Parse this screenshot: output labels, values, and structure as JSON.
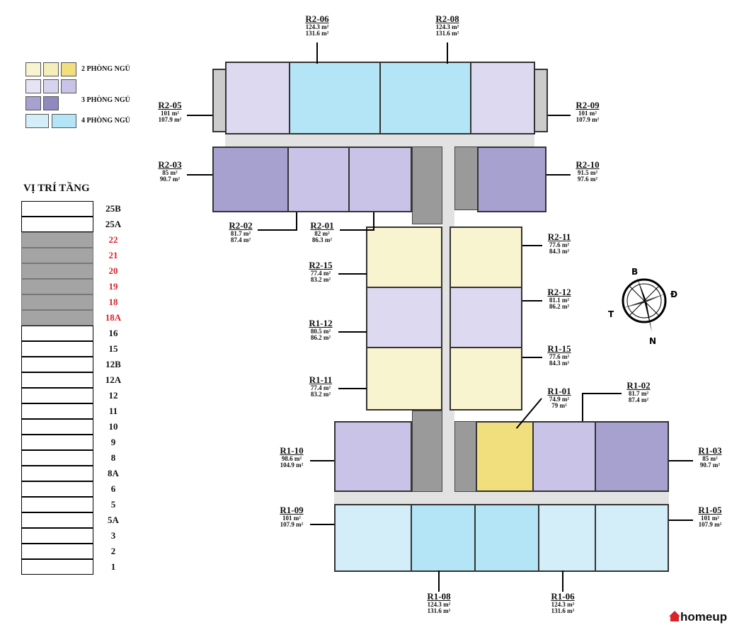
{
  "legend": {
    "items": [
      {
        "label": "2 PHÒNG NGỦ",
        "colors": [
          "#f8f4cf",
          "#f4eeb8",
          "#f0df7c"
        ]
      },
      {
        "label": "3 PHÒNG NGỦ",
        "colors": [
          "#e6e4f4",
          "#d6d3ef",
          "#c9c4e7",
          "#a7a1cf",
          "#8f89bd"
        ]
      },
      {
        "label": "4 PHÒNG NGỦ",
        "colors": [
          "#d3eef9",
          "#b3e5f6"
        ]
      }
    ]
  },
  "floor_panel": {
    "title": "VỊ TRÍ TẦNG",
    "floors": [
      {
        "label": "25B",
        "highlighted": false
      },
      {
        "label": "25A",
        "highlighted": false
      },
      {
        "label": "22",
        "highlighted": true
      },
      {
        "label": "21",
        "highlighted": true
      },
      {
        "label": "20",
        "highlighted": true
      },
      {
        "label": "19",
        "highlighted": true
      },
      {
        "label": "18",
        "highlighted": true
      },
      {
        "label": "18A",
        "highlighted": true
      },
      {
        "label": "16",
        "highlighted": false
      },
      {
        "label": "15",
        "highlighted": false
      },
      {
        "label": "12B",
        "highlighted": false
      },
      {
        "label": "12A",
        "highlighted": false
      },
      {
        "label": "12",
        "highlighted": false
      },
      {
        "label": "11",
        "highlighted": false
      },
      {
        "label": "10",
        "highlighted": false
      },
      {
        "label": "9",
        "highlighted": false
      },
      {
        "label": "8",
        "highlighted": false
      },
      {
        "label": "8A",
        "highlighted": false
      },
      {
        "label": "6",
        "highlighted": false
      },
      {
        "label": "5",
        "highlighted": false
      },
      {
        "label": "5A",
        "highlighted": false
      },
      {
        "label": "3",
        "highlighted": false
      },
      {
        "label": "2",
        "highlighted": false
      },
      {
        "label": "1",
        "highlighted": false
      }
    ],
    "highlight_color": "#d8232a"
  },
  "units": {
    "r2_06": {
      "code": "R2-06",
      "a1": "124.3 m²",
      "a2": "131.6 m²"
    },
    "r2_08": {
      "code": "R2-08",
      "a1": "124.3 m²",
      "a2": "131.6 m²"
    },
    "r2_05": {
      "code": "R2-05",
      "a1": "101 m²",
      "a2": "107.9 m²"
    },
    "r2_09": {
      "code": "R2-09",
      "a1": "101 m²",
      "a2": "107.9 m²"
    },
    "r2_03": {
      "code": "R2-03",
      "a1": "85 m²",
      "a2": "90.7 m²"
    },
    "r2_10": {
      "code": "R2-10",
      "a1": "91.5 m²",
      "a2": "97.6 m²"
    },
    "r2_02": {
      "code": "R2-02",
      "a1": "81.7 m²",
      "a2": "87.4 m²"
    },
    "r2_01": {
      "code": "R2-01",
      "a1": "82 m²",
      "a2": "86.3 m²"
    },
    "r2_11": {
      "code": "R2-11",
      "a1": "77.6 m²",
      "a2": "84.3 m²"
    },
    "r2_15": {
      "code": "R2-15",
      "a1": "77.4 m²",
      "a2": "83.2 m²"
    },
    "r2_12": {
      "code": "R2-12",
      "a1": "81.1 m²",
      "a2": "86.2 m²"
    },
    "r1_12": {
      "code": "R1-12",
      "a1": "80.5 m²",
      "a2": "86.2 m²"
    },
    "r1_15": {
      "code": "R1-15",
      "a1": "77.6 m²",
      "a2": "84.3 m²"
    },
    "r1_11": {
      "code": "R1-11",
      "a1": "77.4 m²",
      "a2": "83.2 m²"
    },
    "r1_01": {
      "code": "R1-01",
      "a1": "74.9 m²",
      "a2": "79 m²"
    },
    "r1_02": {
      "code": "R1-02",
      "a1": "81.7 m²",
      "a2": "87.4 m²"
    },
    "r1_10": {
      "code": "R1-10",
      "a1": "98.6 m²",
      "a2": "104.9 m²"
    },
    "r1_03": {
      "code": "R1-03",
      "a1": "85 m²",
      "a2": "90.7 m²"
    },
    "r1_09": {
      "code": "R1-09",
      "a1": "101 m²",
      "a2": "107.9 m²"
    },
    "r1_05": {
      "code": "R1-05",
      "a1": "101 m²",
      "a2": "107.9 m²"
    },
    "r1_08": {
      "code": "R1-08",
      "a1": "124.3 m²",
      "a2": "131.6 m²"
    },
    "r1_06": {
      "code": "R1-06",
      "a1": "124.3 m²",
      "a2": "131.6 m²"
    }
  },
  "compass": {
    "north": "B",
    "east": "Đ",
    "south": "N",
    "west": "T"
  },
  "brand": {
    "logo": "homeup",
    "color": "#d8232a"
  }
}
